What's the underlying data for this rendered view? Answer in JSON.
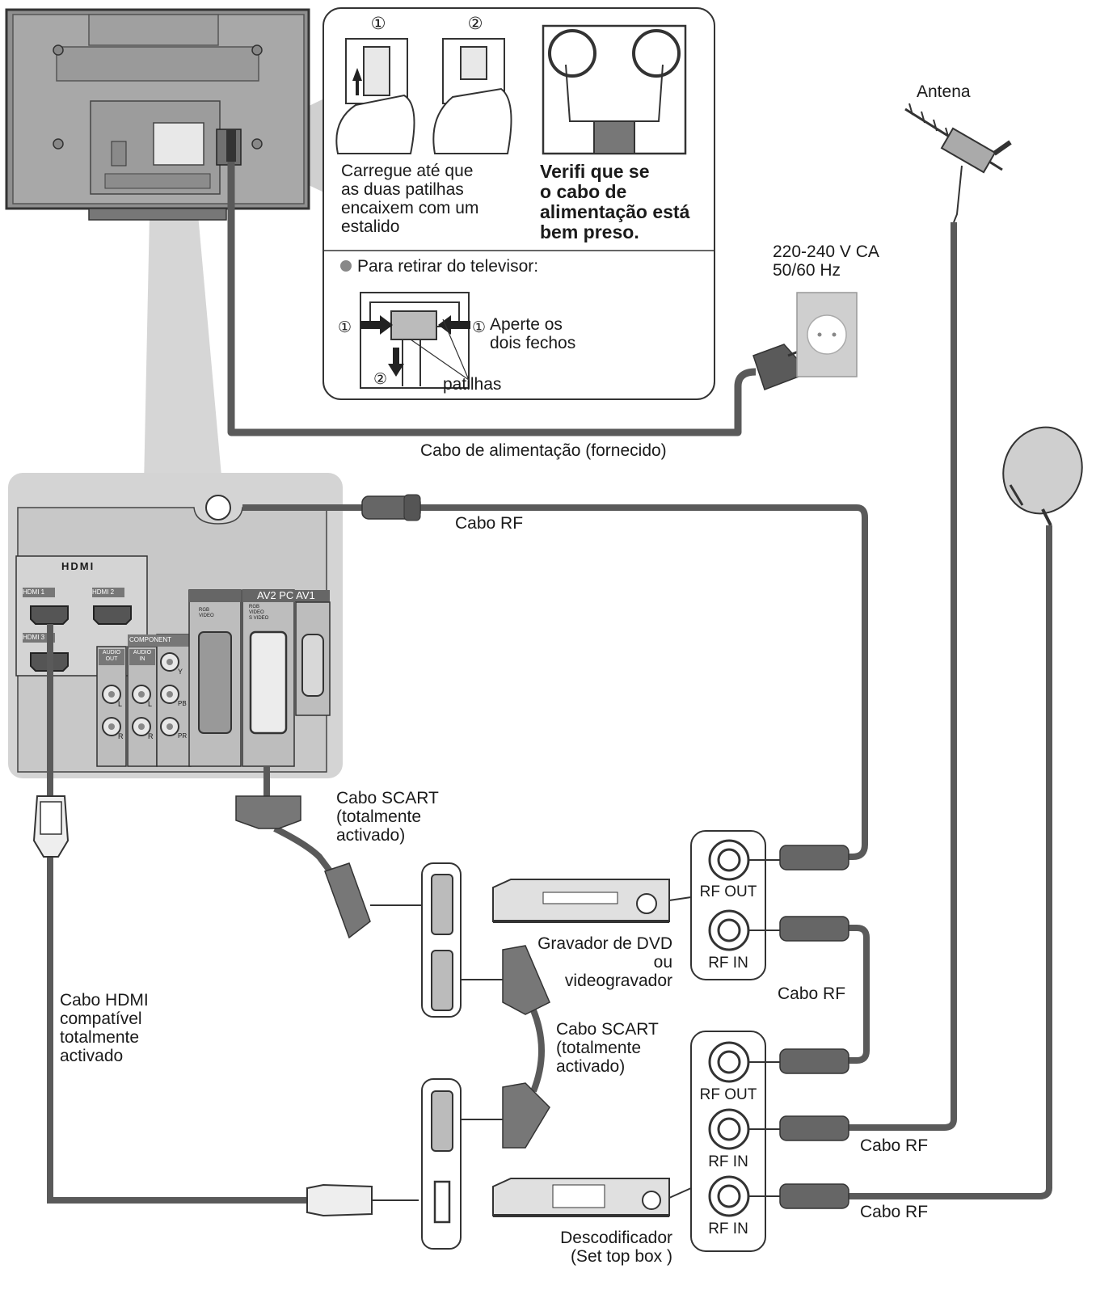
{
  "colors": {
    "cable": "#5a5a5a",
    "panel": "#d4d4d4",
    "tv": "#9a9a9a",
    "line": "#333333"
  },
  "inset": {
    "step1_marker": "①",
    "step2_marker": "②",
    "press_text": "Carregue até que\nas duas patilhas\nencaixem com um\nestalido",
    "verify_text": "Verifi  que se\no cabo de\nalimentação está\nbem preso.",
    "remove_title": "Para retirar do televisor:",
    "squeeze_text": "Aperte os\ndois fechos",
    "clips_label": "patilhas"
  },
  "power": {
    "voltage": "220-240 V CA\n50/60 Hz",
    "cable_label": "Cabo de alimentação (fornecido)"
  },
  "antenna_label": "Antena",
  "panel": {
    "hdmi_logo": "HDMI",
    "hdmi1": "HDMI 1",
    "hdmi2": "HDMI 2",
    "hdmi3": "HDMI 3",
    "component": "COMPONENT",
    "audio_out": "AUDIO\nOUT",
    "audio_in": "AUDIO\nIN",
    "jack_y": "Y",
    "jack_pb": "PB",
    "jack_pr": "PR",
    "jack_l": "L",
    "jack_r": "R",
    "av2_pc_av1": "AV2 PC AV1",
    "av2_text": "RGB\nVIDEO",
    "av1_text": "RGB\nVIDEO\nS VIDEO"
  },
  "cables": {
    "rf_top": "Cabo RF",
    "scart_top": "Cabo SCART\n(totalmente\nactivado)",
    "scart_mid": "Cabo SCART\n(totalmente\nactivado)",
    "hdmi": "Cabo HDMI\ncompatível\ntotalmente\nactivado",
    "rf_mid": "Cabo RF",
    "rf_ant": "Cabo RF",
    "rf_dish": "Cabo RF"
  },
  "recorder": {
    "label": "Gravador de DVD\nou\nvideogravador",
    "rf_out": "RF OUT",
    "rf_in": "RF IN"
  },
  "settop": {
    "label": "Descodificador\n(Set top box )",
    "rf_out": "RF OUT",
    "rf_in1": "RF IN",
    "rf_in2": "RF IN"
  }
}
